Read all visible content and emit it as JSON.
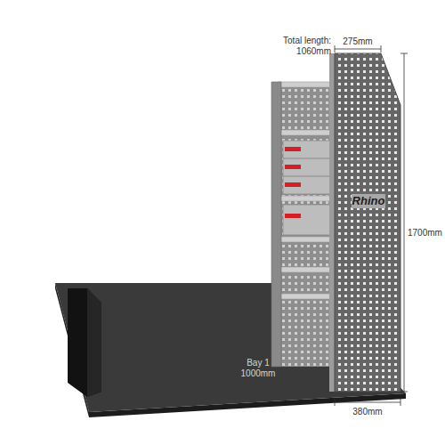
{
  "diagram": {
    "labels": [
      "Total length: 1060mm",
      "275mm",
      "1700mm",
      "Bay 1 1000mm",
      "380mm",
      "Rhino"
    ]
  }
}
